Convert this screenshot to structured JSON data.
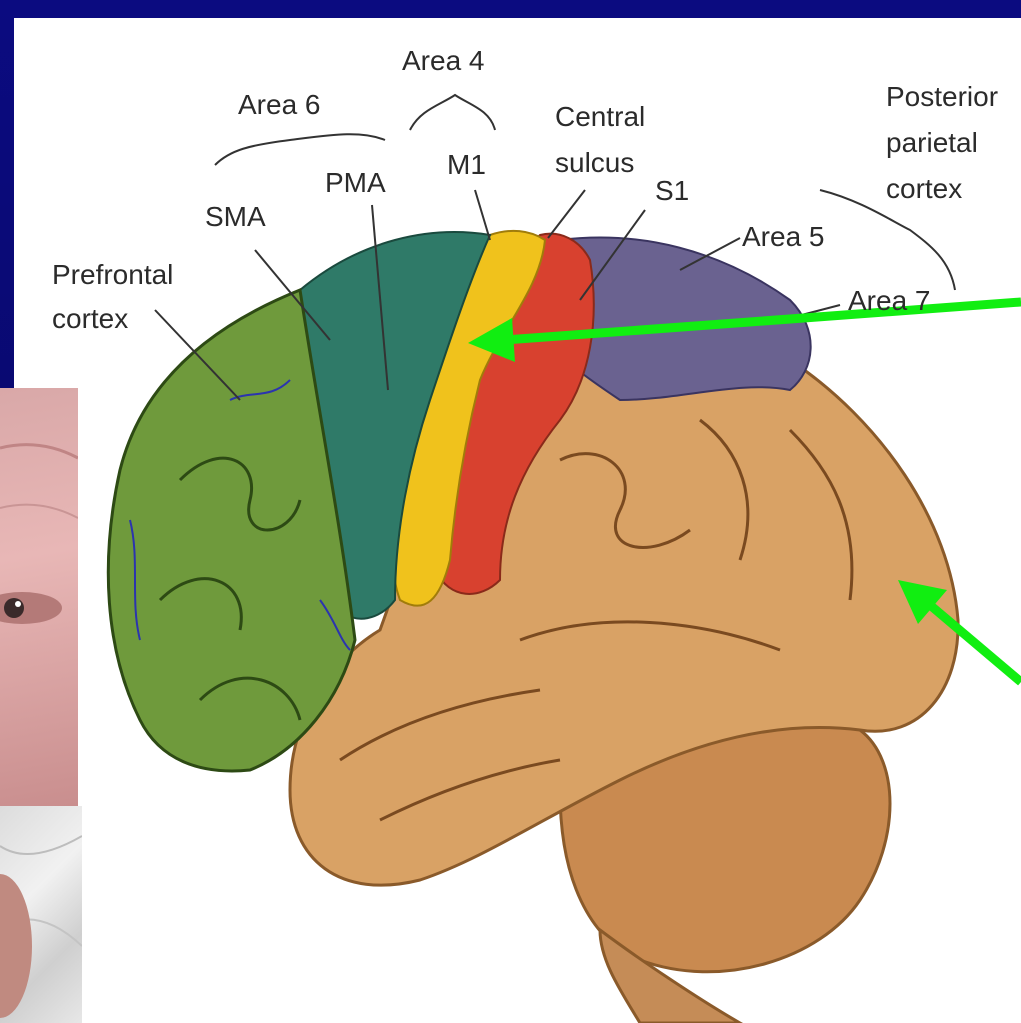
{
  "labels": {
    "area6": "Area 6",
    "area4": "Area 4",
    "sma": "SMA",
    "pma": "PMA",
    "m1": "M1",
    "central_sulcus_line1": "Central",
    "central_sulcus_line2": "sulcus",
    "s1": "S1",
    "posterior_line1": "Posterior",
    "posterior_line2": "parietal",
    "posterior_line3": "cortex",
    "area5": "Area 5",
    "area7": "Area 7",
    "prefrontal_line1": "Prefrontal",
    "prefrontal_line2": "cortex"
  },
  "colors": {
    "slide_background": "#0a0a74",
    "prefrontal": "#6f9a3c",
    "premotor": "#2f7a68",
    "primary_motor": "#f0c21c",
    "somatosensory": "#d8412f",
    "parietal": "#6a6290",
    "cortex": "#d9a265",
    "arrow": "#11ee11"
  }
}
